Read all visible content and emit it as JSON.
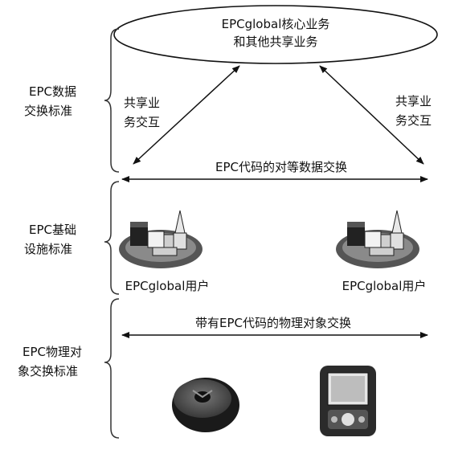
{
  "core_service": {
    "line1": "EPCglobal核心业务",
    "line2": "和其他共享业务"
  },
  "layers": [
    {
      "line1": "EPC数据",
      "line2": "交换标准"
    },
    {
      "line1": "EPC基础",
      "line2": "设施标准"
    },
    {
      "line1": "EPC物理对",
      "line2": "象交换标准"
    }
  ],
  "interaction_left": {
    "line1": "共享业",
    "line2": "务交互"
  },
  "interaction_right": {
    "line1": "共享业",
    "line2": "务交互"
  },
  "peer_exchange_label": "EPC代码的对等数据交换",
  "users": [
    {
      "label": "EPCglobal用户"
    },
    {
      "label": "EPCglobal用户"
    }
  ],
  "physical_exchange_label": "带有EPC代码的物理对象交换",
  "icons": {
    "user_site": "user-site-icon",
    "rfid_tag": "rfid-tag-icon",
    "reader": "handheld-reader-icon"
  }
}
